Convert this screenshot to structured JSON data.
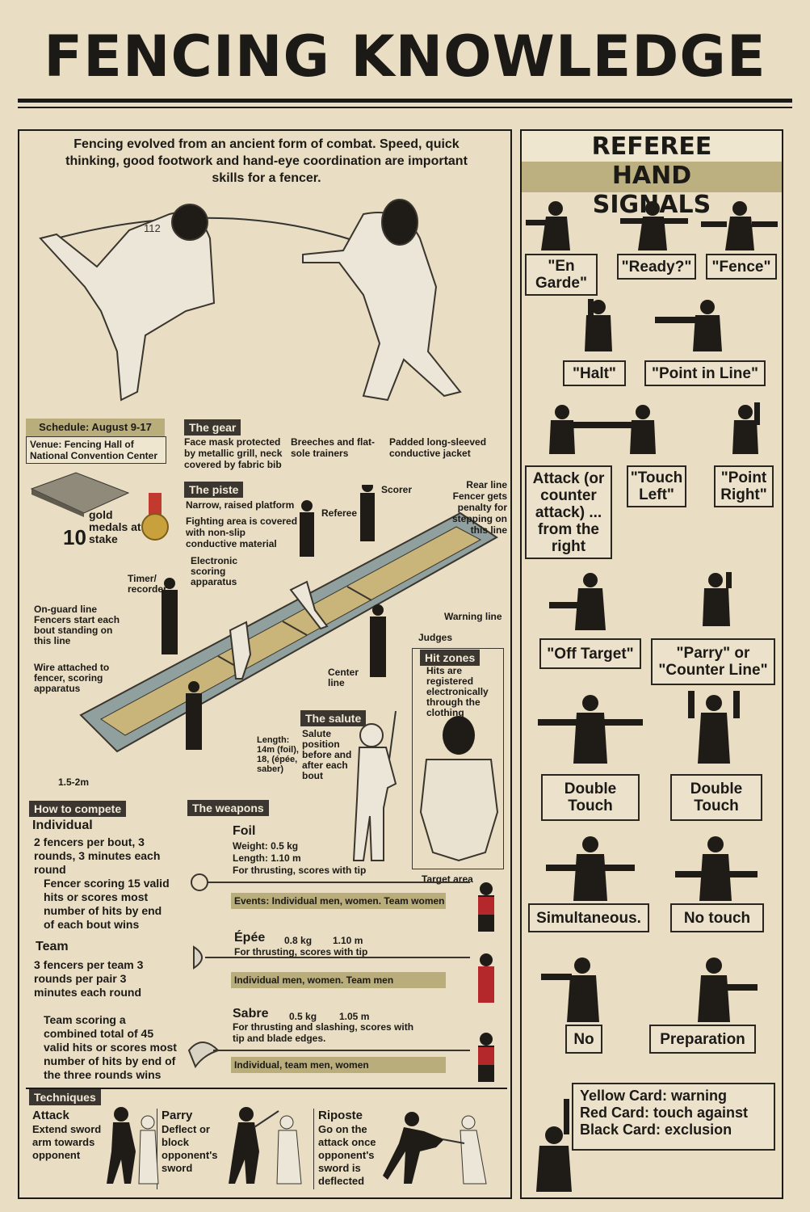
{
  "title": "Fencing Knowledge",
  "intro": "Fencing evolved from an ancient form of combat. Speed, quick thinking, good footwork and hand-eye coordination are important skills for a fencer.",
  "fencer_number": "112",
  "schedule": {
    "label": "Schedule: August 9-17",
    "venue": "Venue: Fencing Hall of National Convention Center",
    "medals_count": "10",
    "medals_text": "gold medals at stake"
  },
  "gear": {
    "heading": "The gear",
    "items": [
      "Face mask protected by metallic grill, neck covered by fabric bib",
      "Breeches and flat-sole trainers",
      "Padded long-sleeved conductive jacket"
    ]
  },
  "piste": {
    "heading": "The piste",
    "items": [
      "Narrow, raised platform",
      "Fighting area is covered with non-slip conductive material"
    ],
    "labels": {
      "scorer": "Scorer",
      "referee": "Referee",
      "rear_line": "Rear line Fencer gets penalty for stepping on this line",
      "electronic": "Electronic scoring apparatus",
      "timer": "Timer/ recorder",
      "onguard": "On-guard line Fencers start each bout standing on this line",
      "warning": "Warning line",
      "judges": "Judges",
      "wire": "Wire attached to fencer, scoring apparatus",
      "center": "Center line",
      "length": "Length: 14m (foil), 18, (épée, saber)",
      "width": "1.5-2m"
    }
  },
  "hit_zones": {
    "heading": "Hit zones",
    "text": "Hits are registered electronically through the clothing",
    "target": "Target area"
  },
  "salute": {
    "heading": "The salute",
    "text": "Salute position before and after each bout"
  },
  "compete": {
    "heading": "How to compete",
    "individual_label": "Individual",
    "individual_text1": "2 fencers per bout, 3 rounds, 3 minutes each round",
    "individual_text2": "Fencer scoring 15 valid hits or scores most number of hits by end of each bout wins",
    "team_label": "Team",
    "team_text1": "3 fencers per team 3 rounds per pair 3 minutes each round",
    "team_text2": "Team scoring a combined total of 45 valid hits or scores most number of hits by end of the three rounds wins"
  },
  "weapons": {
    "heading": "The weapons",
    "foil": {
      "name": "Foil",
      "weight": "Weight: 0.5 kg",
      "length": "Length: 1.10 m",
      "use": "For thrusting, scores with tip",
      "events": "Events: Individual men, women. Team women"
    },
    "epee": {
      "name": "Épée",
      "weight": "0.8 kg",
      "length": "1.10 m",
      "use": "For thrusting, scores with tip",
      "events": "Individual men, women. Team men"
    },
    "sabre": {
      "name": "Sabre",
      "weight": "0.5 kg",
      "length": "1.05 m",
      "use": "For thrusting and slashing, scores with tip and blade edges.",
      "events": "Individual, team men, women"
    }
  },
  "techniques": {
    "heading": "Techniques",
    "attack": {
      "name": "Attack",
      "text": "Extend sword arm towards opponent"
    },
    "parry": {
      "name": "Parry",
      "text": "Deflect or block opponent's sword"
    },
    "riposte": {
      "name": "Riposte",
      "text": "Go on the attack once opponent's sword is deflected"
    }
  },
  "referee": {
    "heading": "REFEREE HAND SIGNALS",
    "signals": [
      "\"En Garde\"",
      "\"Ready?\"",
      "\"Fence\"",
      "\"Halt\"",
      "\"Point in Line\"",
      "Attack (or counter attack) ... from the right",
      "\"Touch Left\"",
      "\"Point Right\"",
      "\"Off Target\"",
      "\"Parry\" or \"Counter Line\"",
      "Double Touch",
      "Double Touch",
      "Simultaneous.",
      "No touch",
      "No",
      "Preparation"
    ],
    "cards": [
      "Yellow Card: warning",
      "Red Card: touch against",
      "Black Card: exclusion"
    ]
  }
}
